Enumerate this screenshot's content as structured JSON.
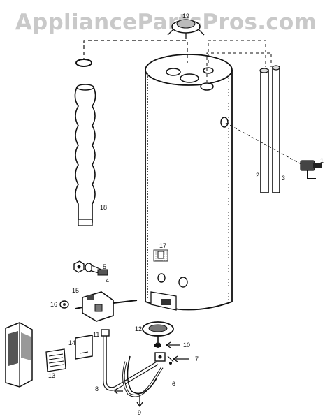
{
  "watermark": "AppliancePartsPros.com",
  "callouts": {
    "p1": "1",
    "p2": "2",
    "p3": "3",
    "p4": "4",
    "p5": "5",
    "p6": "6",
    "p7": "7",
    "p8": "8",
    "p9": "9",
    "p10": "10",
    "p11": "11",
    "p12": "12",
    "p13": "13",
    "p14": "14",
    "p15": "15",
    "p16": "16",
    "p17": "17",
    "p18": "18",
    "p19": "19"
  }
}
